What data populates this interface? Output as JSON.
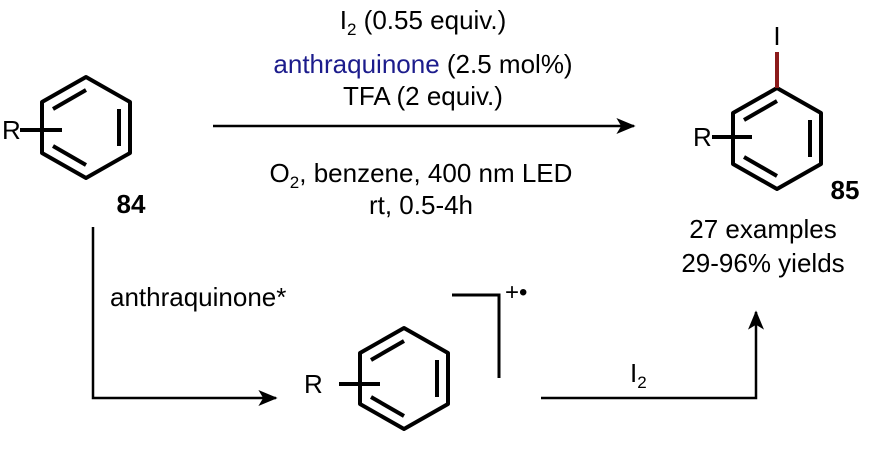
{
  "reagents": {
    "iodine": {
      "symbol": "I",
      "subscript": "2",
      "amount": " (0.55 equiv.)"
    },
    "catalyst": {
      "name": "anthraquinone",
      "amount": " (2.5 mol%)"
    },
    "acid": "TFA (2 equiv.)"
  },
  "conditions": {
    "line1": {
      "prefix": "O",
      "subscript": "2",
      "rest": ", benzene, 400 nm LED"
    },
    "line2": "rt, 0.5-4h"
  },
  "starting_material": {
    "substituent": "R",
    "label": "84"
  },
  "product": {
    "substituent": "R",
    "iodo": "I",
    "label": "85",
    "examples": "27 examples",
    "yields": "29-96% yields"
  },
  "mechanism": {
    "excited_catalyst": "anthraquinone*",
    "intermediate": {
      "substituent": "R",
      "charge": "+•"
    },
    "iodine_step": {
      "symbol": "I",
      "subscript": "2"
    }
  },
  "colors": {
    "catalyst": "#1c1c8c",
    "iodine": "#8b1a1a",
    "ink": "#000000"
  }
}
